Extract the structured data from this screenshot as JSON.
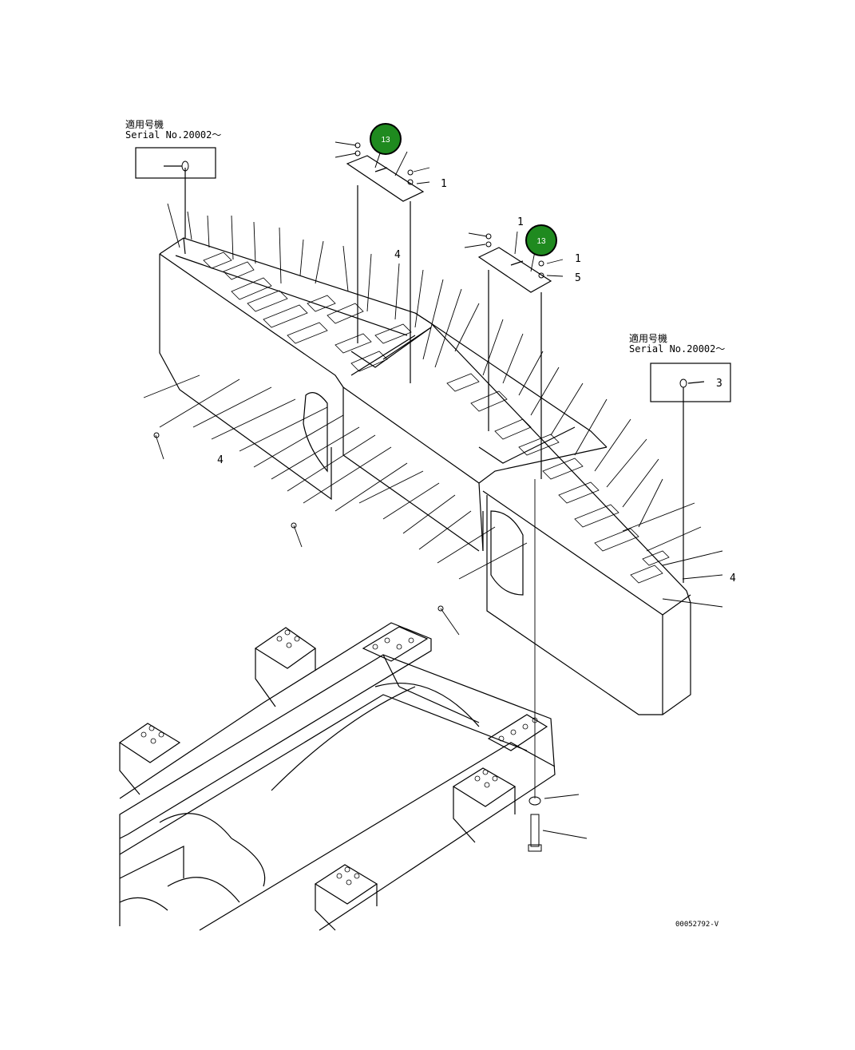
{
  "applicability_notes": [
    {
      "title": "適用号機",
      "serial": "Serial No.20002～"
    },
    {
      "title": "適用号機",
      "serial": "Serial No.20002～"
    }
  ],
  "callouts": [
    {
      "number": "13",
      "color": "#1f8a1f"
    },
    {
      "number": "13",
      "color": "#1f8a1f"
    }
  ],
  "part_labels": {
    "label_a": "4",
    "label_b": "4",
    "label_c": "4",
    "label_d": "3",
    "label_e": "1",
    "label_f": "1",
    "label_g": "1",
    "label_h": "5"
  },
  "document_id": "00052792-V"
}
